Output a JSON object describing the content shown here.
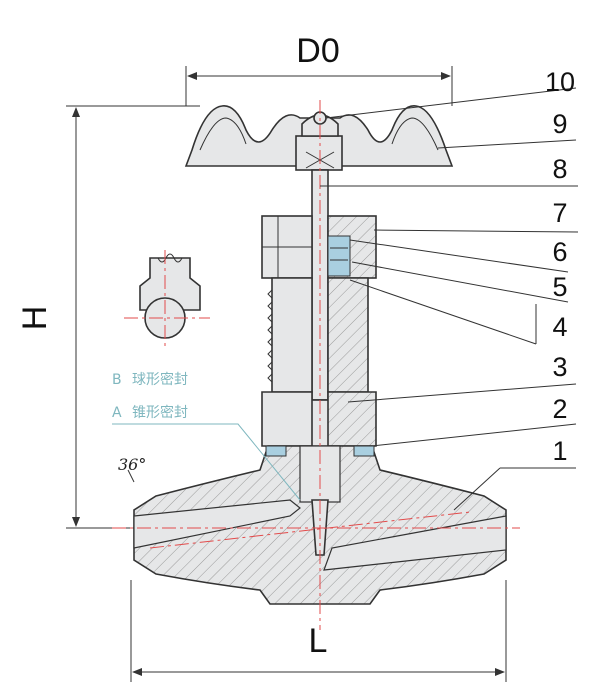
{
  "dimensions": {
    "top_width": "D0",
    "height": "H",
    "length": "L"
  },
  "callouts": [
    "10",
    "9",
    "8",
    "7",
    "6",
    "5",
    "4",
    "3",
    "2",
    "1"
  ],
  "notes": {
    "b_letter": "B",
    "b_text": "球形密封",
    "a_letter": "A",
    "a_text": "锥形密封"
  },
  "angle": "36°",
  "colors": {
    "body_fill": "#e6e7e8",
    "hatch": "#9a9a9a",
    "centerline": "#e24b4b",
    "packing": "#a9cfe0",
    "note_text": "#7fb7bf"
  }
}
